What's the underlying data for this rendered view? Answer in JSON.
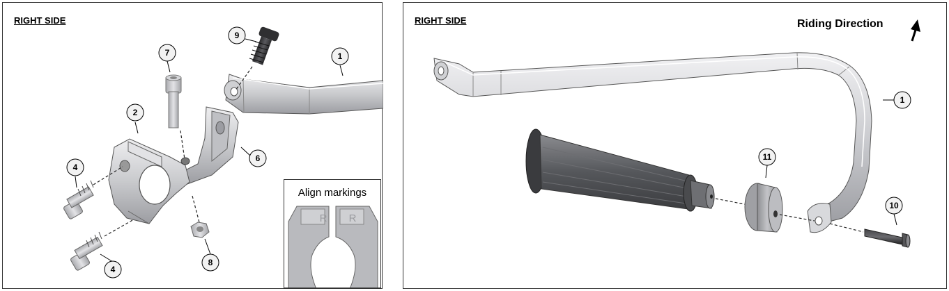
{
  "left_panel": {
    "title": "RIGHT SIDE",
    "inset_title": "Align markings",
    "inset_marks": [
      "R",
      "R"
    ],
    "callouts": [
      "1",
      "2",
      "4",
      "4",
      "6",
      "7",
      "8",
      "9"
    ]
  },
  "right_panel": {
    "title": "RIGHT SIDE",
    "riding_direction": "Riding Direction",
    "callouts": [
      "1",
      "10",
      "11"
    ]
  },
  "colors": {
    "metal_light": "#d9d9dc",
    "metal_mid": "#b6b7bb",
    "metal_dark": "#8c8d92",
    "grip_dark": "#55575b",
    "bolt_dark": "#3a3a3c",
    "outline": "#333333"
  }
}
